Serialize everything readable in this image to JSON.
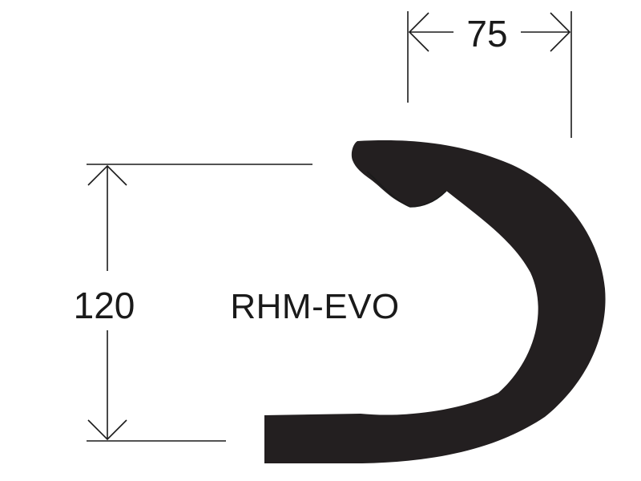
{
  "drawing": {
    "model_name": "RHM-EVO",
    "reach": {
      "value": "75"
    },
    "drop": {
      "value": "120"
    },
    "colors": {
      "bar": "#231f20",
      "line": "#1a1a1a",
      "background": "#ffffff"
    }
  }
}
